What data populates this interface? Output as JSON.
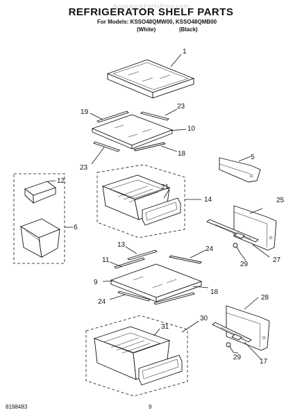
{
  "header": {
    "watermark": "AppliancePartsPros.com",
    "title": "REFRIGERATOR SHELF PARTS",
    "models_line": "For Models: KSSO48QMW00, KSSO48QMB00",
    "color_white": "(White)",
    "color_black": "(Black)"
  },
  "callouts": {
    "c1": "1",
    "c19": "19",
    "c23a": "23",
    "c10": "10",
    "c18a": "18",
    "c23b": "23",
    "c5": "5",
    "c12": "12",
    "c6": "6",
    "c21": "21",
    "c14": "14",
    "c25": "25",
    "c27": "27",
    "c29a": "29",
    "c13": "13",
    "c11": "11",
    "c24a": "24",
    "c9": "9",
    "c18b": "18",
    "c24b": "24",
    "c30": "30",
    "c31": "31",
    "c28": "28",
    "c29b": "29",
    "c17": "17"
  },
  "footer": {
    "doc_number": "8198483",
    "page_number": "9"
  }
}
